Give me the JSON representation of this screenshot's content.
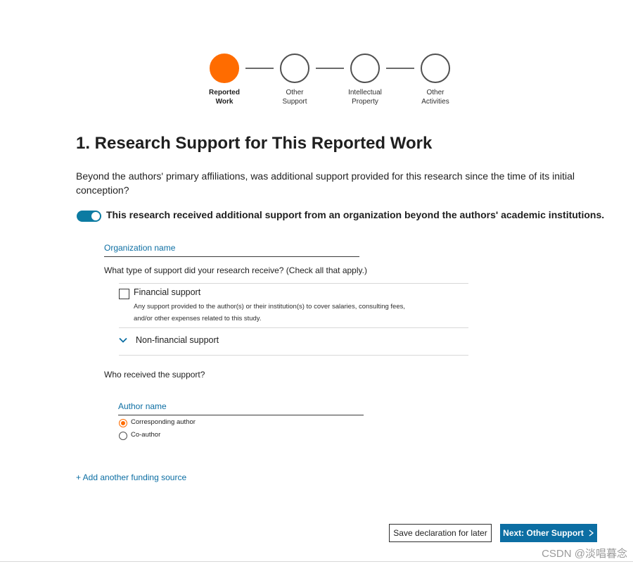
{
  "stepper": {
    "steps": [
      {
        "line1": "Reported",
        "line2": "Work",
        "active": true
      },
      {
        "line1": "Other",
        "line2": "Support",
        "active": false
      },
      {
        "line1": "Intellectual",
        "line2": "Property",
        "active": false
      },
      {
        "line1": "Other",
        "line2": "Activities",
        "active": false
      }
    ]
  },
  "colors": {
    "accent": "#ff6c00",
    "primary": "#0c6ea3",
    "toggle_on": "#0c7ba2"
  },
  "section": {
    "title": "1. Research Support for This Reported Work",
    "intro": "Beyond the authors' primary affiliations, was additional support provided for this research since the time of its initial conception?",
    "toggle_on": true,
    "toggle_label": "This research received additional support from an organization beyond the authors' academic institutions."
  },
  "form": {
    "org_label": "Organization name",
    "support_question": "What type of support did your research receive? (Check all that apply.)",
    "financial": {
      "title": "Financial support",
      "desc_line1": "Any support provided to the author(s) or their institution(s) to cover salaries, consulting fees,",
      "desc_line2": "and/or other expenses related to this study.",
      "checked": false
    },
    "nonfinancial_label": "Non-financial support",
    "who_question": "Who received the support?",
    "author_label": "Author name",
    "radios": [
      {
        "label": "Corresponding author",
        "checked": true
      },
      {
        "label": "Co-author",
        "checked": false
      }
    ],
    "add_link": "+ Add another funding source"
  },
  "footer": {
    "save_label": "Save declaration for later",
    "next_label": "Next: Other Support",
    "watermark": "CSDN @淡唱暮念"
  }
}
